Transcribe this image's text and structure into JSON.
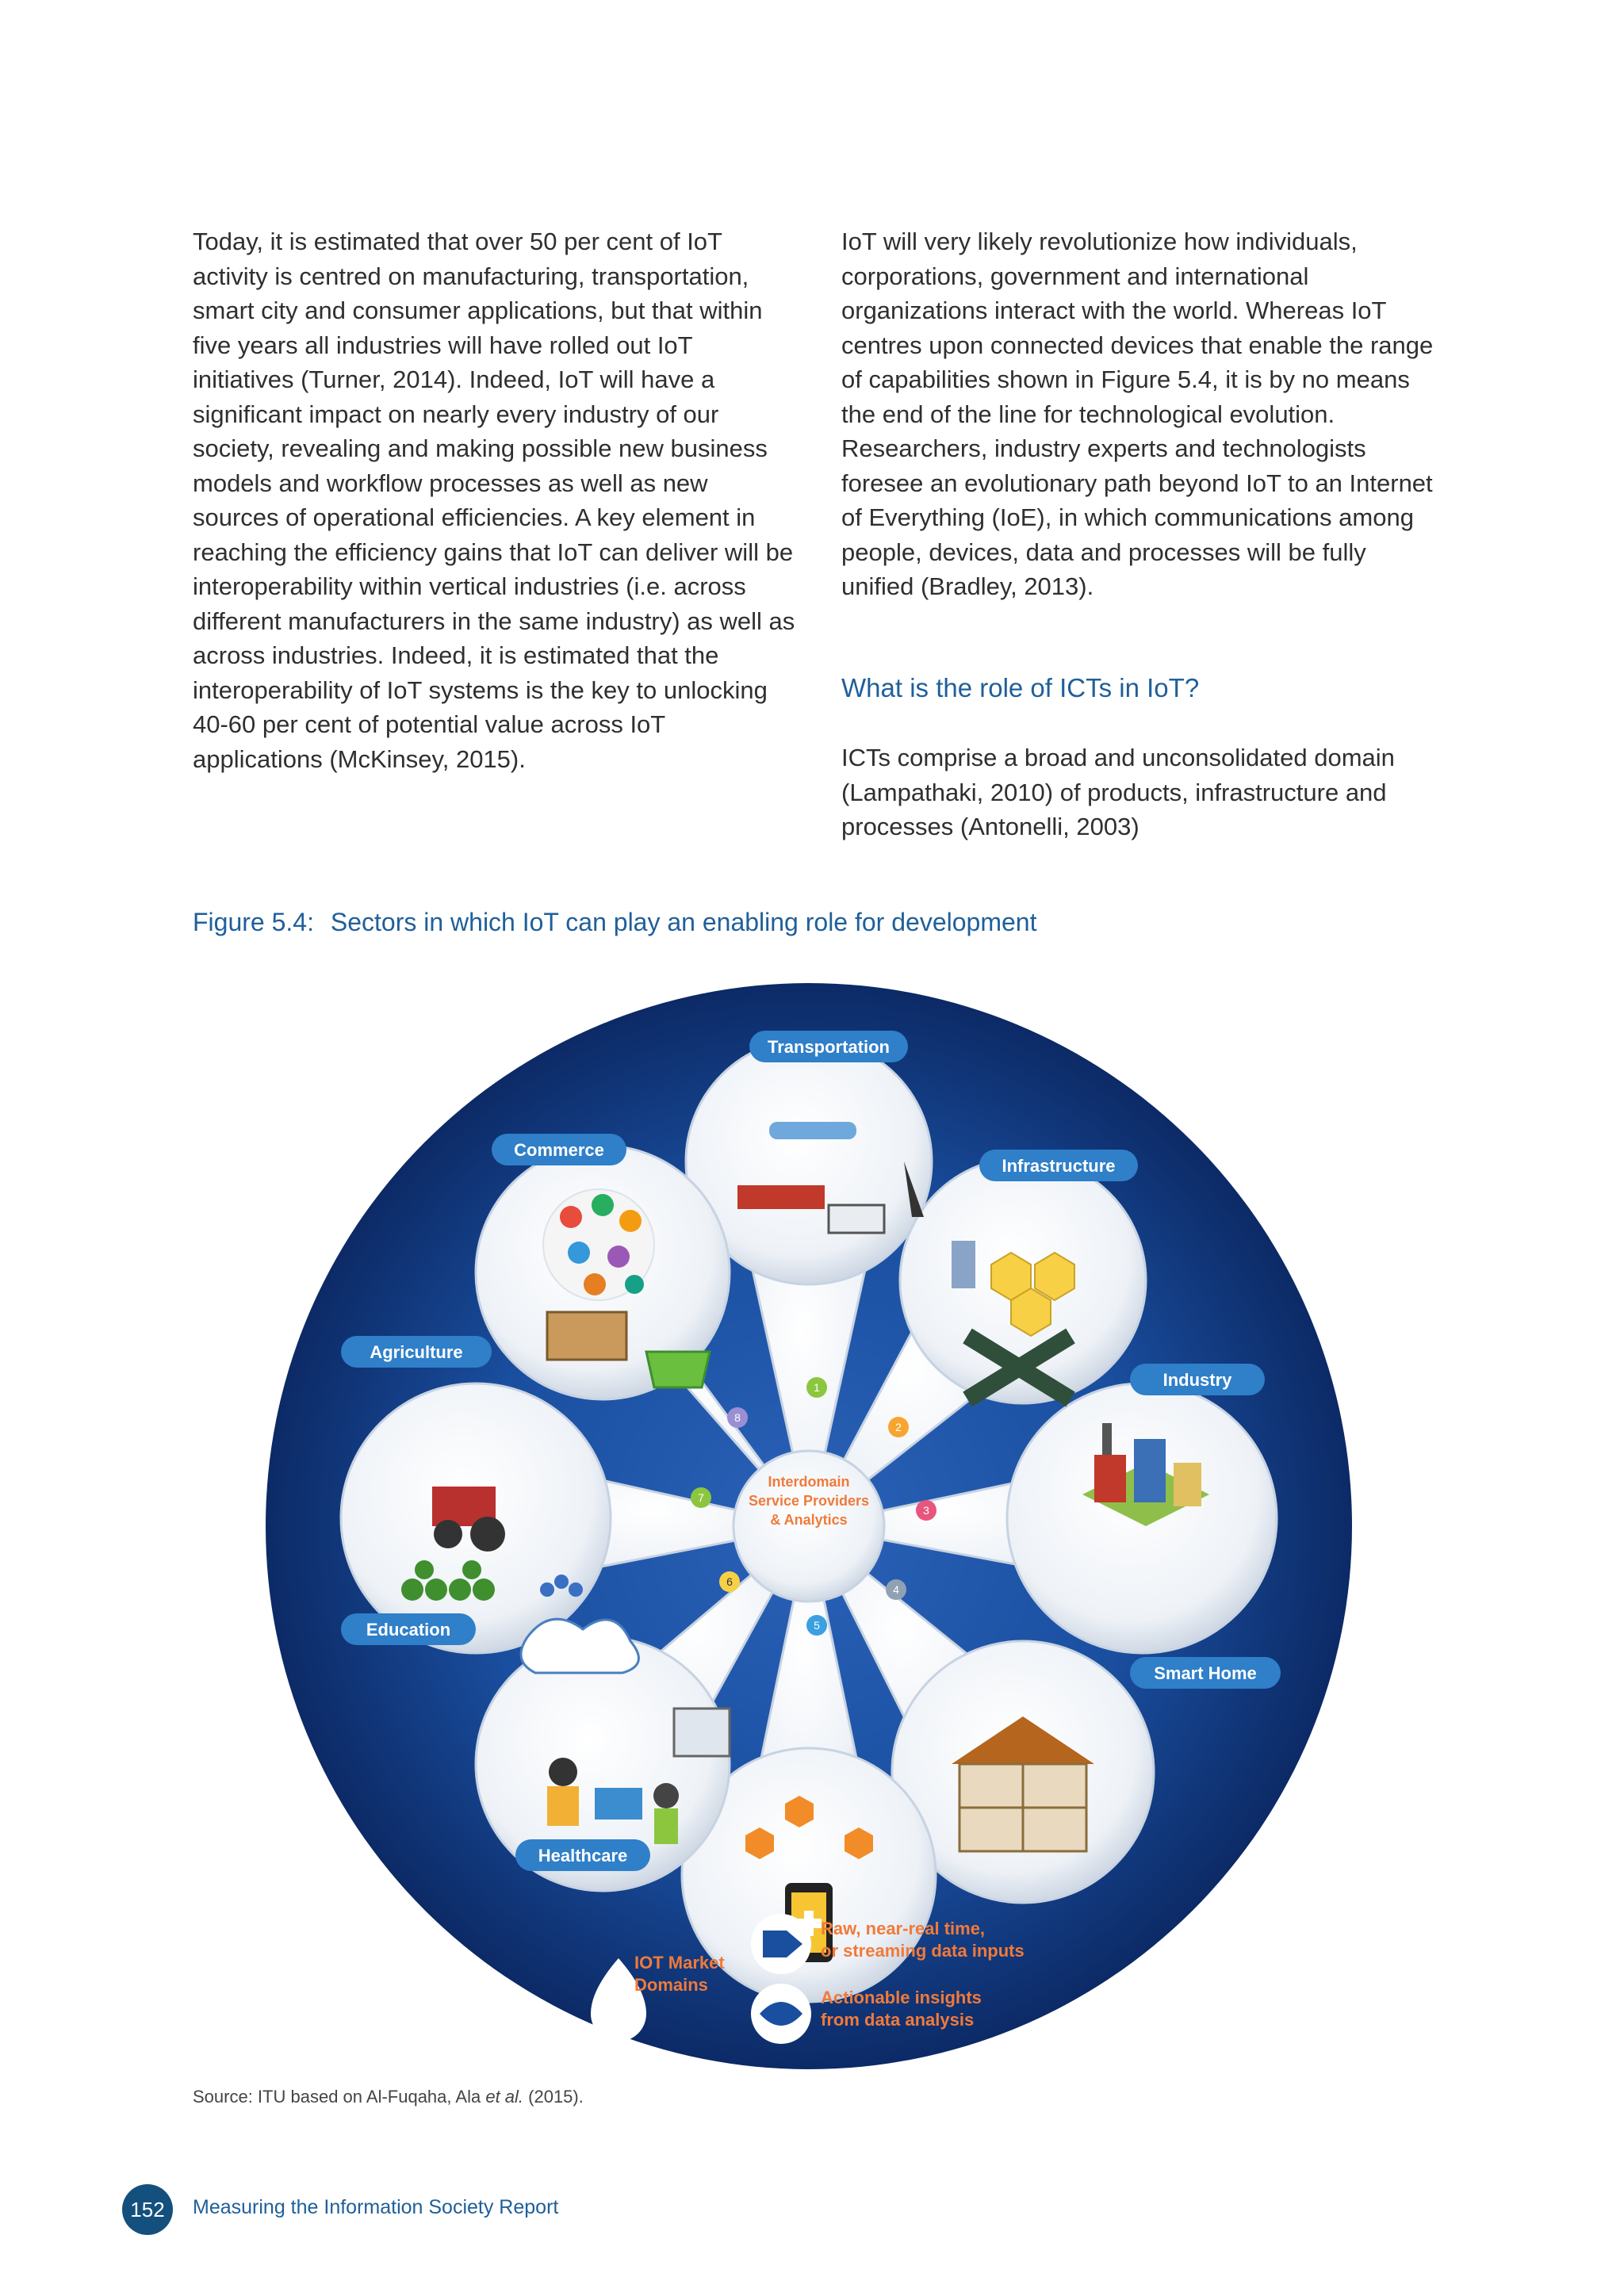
{
  "left_column": {
    "paragraph": "Today, it is estimated that over 50 per cent of IoT activity is centred on manufacturing, transportation, smart city and consumer applications, but that within five years all industries will have rolled out IoT initiatives (Turner, 2014). Indeed, IoT will have a significant impact on nearly every industry of our society, revealing and making possible new business models and workflow processes as well as new sources of operational efficiencies. A key element in reaching the efficiency gains that IoT can deliver will be interoperability within vertical industries (i.e. across different manufacturers in the same industry) as well as across industries. Indeed, it is estimated that the interoperability of IoT systems is the key to unlocking 40-60 per cent of potential value across IoT applications (McKinsey, 2015)."
  },
  "right_column": {
    "paragraph": "IoT will very likely revolutionize how individuals, corporations, government and international organizations interact with the world. Whereas IoT centres upon connected devices that enable the range of capabilities shown in Figure 5.4, it is by no means the end of the line for technological evolution. Researchers, industry experts and technologists foresee an evolutionary path beyond IoT to an Internet of Everything (IoE), in which communications among people, devices, data and processes will be fully unified (Bradley, 2013).",
    "heading": "What is the role of ICTs in IoT?",
    "paragraph2": "ICTs comprise a broad and unconsolidated domain (Lampathaki, 2010) of products, infrastructure and processes (Antonelli, 2003)"
  },
  "figure": {
    "number": "Figure 5.4:",
    "title": "Sectors in which IoT can play an enabling role for development",
    "sectors": [
      {
        "label": "Transportation",
        "num": "1"
      },
      {
        "label": "Infrastructure",
        "num": "2"
      },
      {
        "label": "Industry",
        "num": "3"
      },
      {
        "label": "Smart Home",
        "num": "4"
      },
      {
        "label": "Healthcare",
        "num": "5"
      },
      {
        "label": "Education",
        "num": "6"
      },
      {
        "label": "Agriculture",
        "num": "7"
      },
      {
        "label": "Commerce",
        "num": "8"
      }
    ],
    "center_line1": "Interdomain",
    "center_line2": "Service Providers",
    "center_line3": "& Analytics",
    "legend_market_line1": "IOT Market",
    "legend_market_line2": "Domains",
    "legend_raw_line1": "Raw, near-real time,",
    "legend_raw_line2": "or streaming data inputs",
    "legend_insight_line1": "Actionable insights",
    "legend_insight_line2": "from data analysis"
  },
  "source": {
    "prefix": "Source: ITU based on Al-Fuqaha, Ala ",
    "italic": "et al.",
    "suffix": " (2015)."
  },
  "footer": {
    "page_number": "152",
    "report_title": "Measuring the Information Society Report"
  },
  "colors": {
    "accent_blue": "#1f5f9a",
    "circle_dark": "#0c2a66",
    "circle_mid": "#1a4fa0",
    "label_pill": "#2f7fc9",
    "legend_orange": "#f07a3a"
  }
}
